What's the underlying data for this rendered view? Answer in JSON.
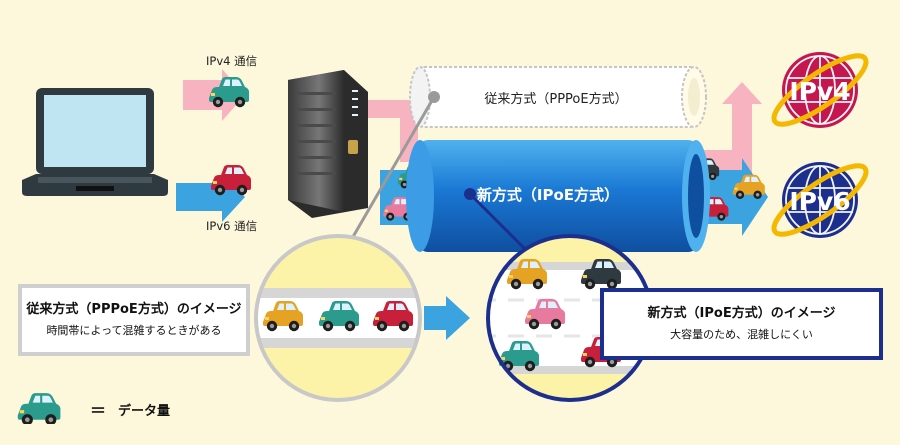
{
  "labels": {
    "ipv4_traffic": "IPv4 通信",
    "ipv6_traffic": "IPv6 通信",
    "old_pipe": "従来方式（PPPoE方式）",
    "new_pipe": "新方式（IPoE方式）",
    "ipv4_badge": "IPv4",
    "ipv6_badge": "IPv6"
  },
  "old_box": {
    "title": "従来方式（PPPoE方式）のイメージ",
    "subtitle": "時間帯によって混雑するときがある"
  },
  "new_box": {
    "title": "新方式（IPoE方式）のイメージ",
    "subtitle": "大容量のため、混雑しにくい"
  },
  "legend": {
    "equals": "＝",
    "label": "データ量"
  },
  "colors": {
    "background": "#fdf8dc",
    "ipv4_arrow": "#f7b3bf",
    "ipv6_arrow": "#3aa3e0",
    "ipv4_badge": "#c4164f",
    "ipv6_badge": "#1d2f8c",
    "globe_ring": "#f5b800",
    "new_pipe": "#1a78d4"
  },
  "icons": [
    "laptop-icon",
    "router-icon",
    "car-icon",
    "globe-icon"
  ]
}
